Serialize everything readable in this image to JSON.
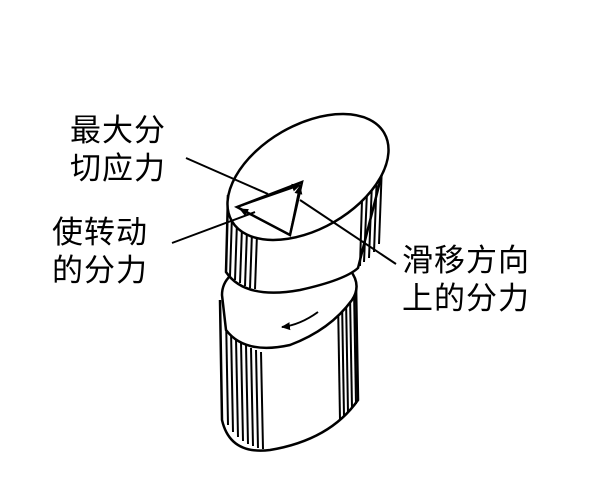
{
  "labels": {
    "max_shear": {
      "line1": "最大分",
      "line2": "切应力"
    },
    "rotation": {
      "line1": "使转动",
      "line2": "的分力"
    },
    "slip": {
      "line1": "滑移方向",
      "line2": "上的分力"
    }
  }
}
